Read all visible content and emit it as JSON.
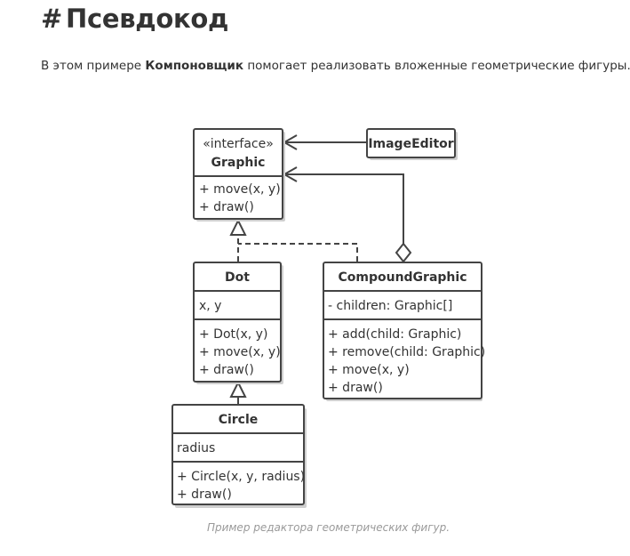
{
  "heading": {
    "hash": "#",
    "title": "Псевдокод"
  },
  "intro": {
    "before": "В этом примере ",
    "bold": "Компоновщик",
    "after": " помогает реализовать вложенные геометрические фигуры."
  },
  "diagram": {
    "graphic": {
      "stereotype": "«interface»",
      "name": "Graphic",
      "methods": [
        "+ move(x, y)",
        "+ draw()"
      ]
    },
    "image_editor": {
      "name": "ImageEditor"
    },
    "dot": {
      "name": "Dot",
      "fields": [
        "x, y"
      ],
      "methods": [
        "+ Dot(x, y)",
        "+ move(x, y)",
        "+ draw()"
      ]
    },
    "compound_graphic": {
      "name": "CompoundGraphic",
      "fields": [
        "- children: Graphic[]"
      ],
      "methods": [
        "+ add(child: Graphic)",
        "+ remove(child: Graphic)",
        "+ move(x, y)",
        "+ draw()"
      ]
    },
    "circle": {
      "name": "Circle",
      "fields": [
        "radius"
      ],
      "methods": [
        "+ Circle(x, y, radius)",
        "+ draw()"
      ]
    }
  },
  "caption": "Пример редактора геометрических фигур."
}
